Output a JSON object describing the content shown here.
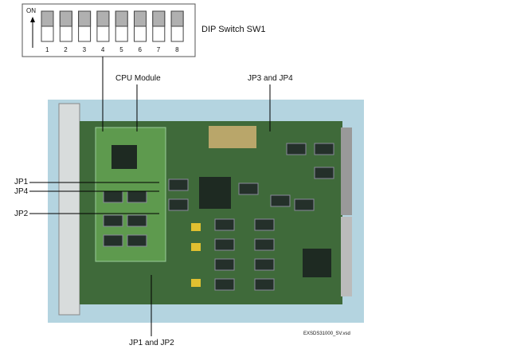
{
  "dip_switch": {
    "title": "DIP Switch SW1",
    "on_label": "ON",
    "positions": [
      "1",
      "2",
      "3",
      "4",
      "5",
      "6",
      "7",
      "8"
    ],
    "states": [
      "ON",
      "ON",
      "ON",
      "ON",
      "ON",
      "ON",
      "ON",
      "ON"
    ]
  },
  "labels": {
    "cpu_module": "CPU Module",
    "jp3_jp4": "JP3 and JP4",
    "jp1": "JP1",
    "jp4": "JP4",
    "jp2": "JP2",
    "jp1_jp2": "JP1 and JP2",
    "file_name": "EXSDS31000_SV.vsd"
  },
  "colors": {
    "background": "#b4d4e0",
    "board": "#3f6a3a",
    "module": "#5e9a4e",
    "switch_on": "#b0b0b0"
  }
}
